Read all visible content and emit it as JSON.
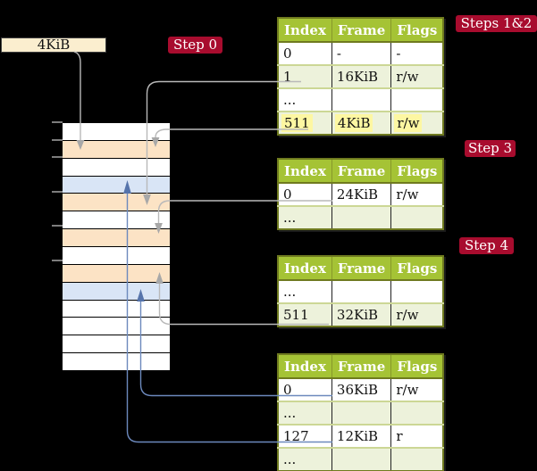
{
  "diagram": {
    "frame_label": "4KiB",
    "steps": {
      "s0": "Step 0",
      "s12": "Steps 1&2",
      "s3": "Step 3",
      "s4": "Step 4"
    },
    "memory": {
      "rows": [
        {
          "kind": "empty"
        },
        {
          "kind": "pagetable"
        },
        {
          "kind": "empty"
        },
        {
          "kind": "mapped"
        },
        {
          "kind": "pagetable"
        },
        {
          "kind": "empty"
        },
        {
          "kind": "pagetable"
        },
        {
          "kind": "empty"
        },
        {
          "kind": "pagetable"
        },
        {
          "kind": "mapped"
        },
        {
          "kind": "empty"
        },
        {
          "kind": "empty"
        },
        {
          "kind": "empty"
        },
        {
          "kind": "empty"
        }
      ]
    },
    "tables": [
      {
        "headers": [
          "Index",
          "Frame",
          "Flags"
        ],
        "rows": [
          {
            "index": "0",
            "frame": "-",
            "flags": "-"
          },
          {
            "index": "1",
            "frame": "16KiB",
            "flags": "r/w"
          },
          {
            "index": "...",
            "frame": "",
            "flags": ""
          },
          {
            "index": "511",
            "frame": "4KiB",
            "flags": "r/w"
          }
        ]
      },
      {
        "headers": [
          "Index",
          "Frame",
          "Flags"
        ],
        "rows": [
          {
            "index": "0",
            "frame": "24KiB",
            "flags": "r/w"
          },
          {
            "index": "...",
            "frame": "",
            "flags": ""
          }
        ]
      },
      {
        "headers": [
          "Index",
          "Frame",
          "Flags"
        ],
        "rows": [
          {
            "index": "...",
            "frame": "",
            "flags": ""
          },
          {
            "index": "511",
            "frame": "32KiB",
            "flags": "r/w"
          }
        ]
      },
      {
        "headers": [
          "Index",
          "Frame",
          "Flags"
        ],
        "rows": [
          {
            "index": "0",
            "frame": "36KiB",
            "flags": "r/w"
          },
          {
            "index": "...",
            "frame": "",
            "flags": ""
          },
          {
            "index": "127",
            "frame": "12KiB",
            "flags": "r"
          },
          {
            "index": "...",
            "frame": "",
            "flags": ""
          }
        ]
      }
    ],
    "colors": {
      "headergreen": "#a5c335",
      "rowgreen": "#edf2db",
      "peach": "#fce3c5",
      "blue": "#d9e5f6",
      "red": "#a80c2e",
      "highlight": "#fdf7a2",
      "cream": "#fbeecf",
      "grayline": "#b9b9b9",
      "blueline": "#6c89bd"
    }
  }
}
